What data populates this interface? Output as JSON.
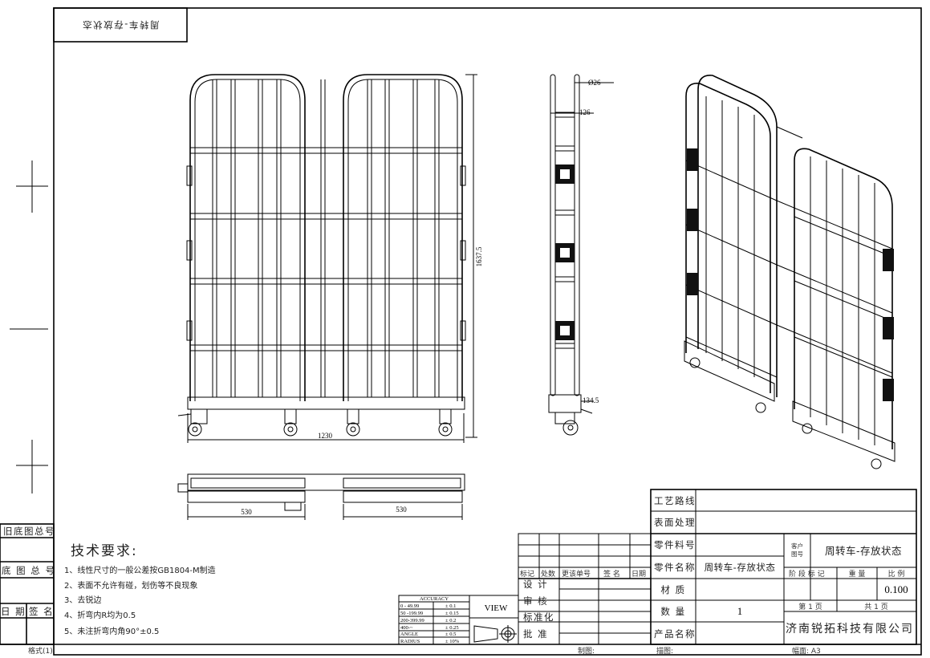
{
  "drawing": {
    "mirrored_label": "周转车-存放状态",
    "dimensions": {
      "height": "1637.5",
      "width": "1230",
      "tube_diameter": "Ø26",
      "side_depth": "126",
      "base_height": "134.5",
      "top_left": "530",
      "top_right": "530"
    }
  },
  "left_strip": {
    "old_base_number": "旧底图总号",
    "base_number": "底 图 总 号",
    "date": "日 期",
    "signature": "签 名",
    "format": "格式(1)"
  },
  "tech_requirements": {
    "title": "技术要求:",
    "items": [
      "1、线性尺寸的一般公差按GB1804-M制造",
      "2、表面不允许有碰，划伤等不良现象",
      "3、去锐边",
      "4、折弯内R均为0.5",
      "5、未注折弯内角90°±0.5"
    ]
  },
  "accuracy": {
    "title": "ACCURACY",
    "rows": [
      [
        "0  - 49.99",
        "± 0.1"
      ],
      [
        "50 -199.99",
        "± 0.15"
      ],
      [
        "200-399.99",
        "± 0.2"
      ],
      [
        "400-~",
        "± 0.25"
      ],
      [
        "ANGLE",
        "± 0.5"
      ],
      [
        "RADIUS",
        "± 10%"
      ]
    ],
    "view_label": "VIEW"
  },
  "revision_block": {
    "headers": [
      "标记",
      "处数",
      "更该单号",
      "签 名",
      "日期"
    ],
    "design": "设 计",
    "review": "审 核",
    "standardize": "标准化",
    "approve": "批 准"
  },
  "title_block": {
    "process_route_label": "工艺路线",
    "surface_treatment_label": "表面处理",
    "part_number_label": "零件料号",
    "part_name_label": "零件名称",
    "part_name": "周转车-存放状态",
    "material_label": "材 质",
    "quantity_label": "数 量",
    "quantity": "1",
    "product_name_label": "产品名称",
    "customer_drawing_label_1": "客户",
    "customer_drawing_label_2": "图号",
    "customer_drawing": "周转车-存放状态",
    "stage_mark_label": "阶 段 标 记",
    "weight_label": "重 量",
    "scale_label": "比 例",
    "scale": "0.100",
    "sheet": "第  1  页",
    "total_sheets": "共  1  页",
    "company": "济南锐拓科技有限公司",
    "drawn_by": "制图:",
    "traced_by": "描图:",
    "sheet_size": "幅面: A3"
  }
}
